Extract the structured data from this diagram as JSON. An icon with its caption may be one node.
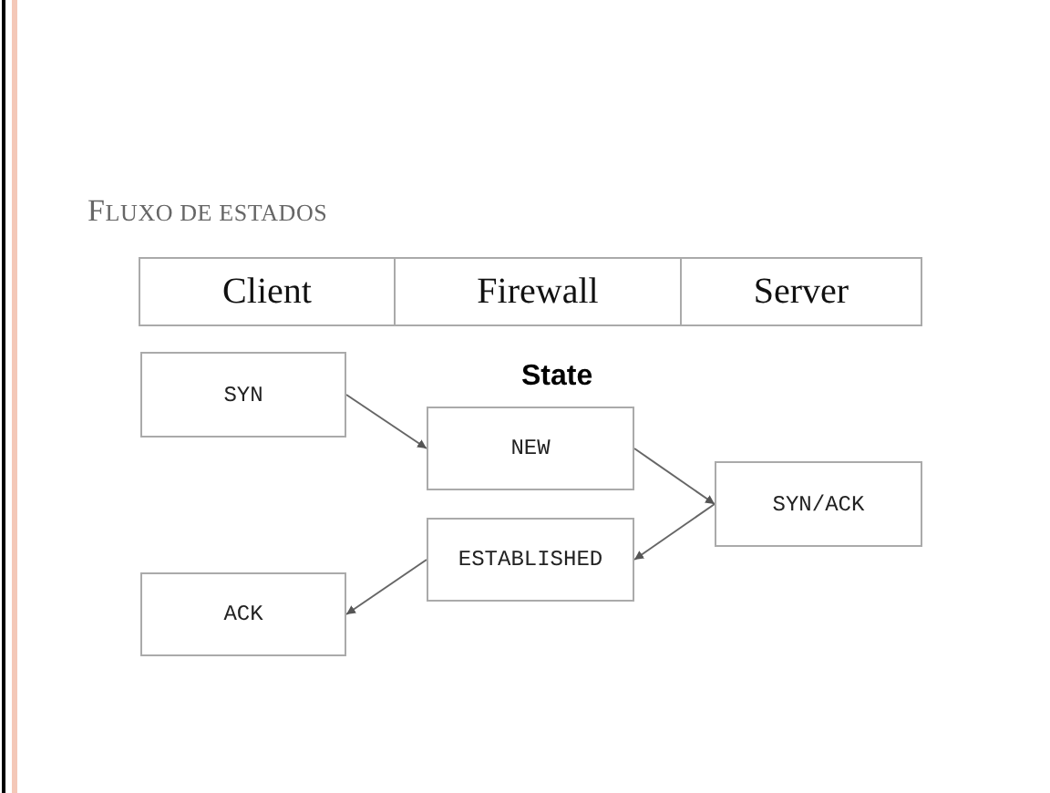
{
  "diagram": {
    "title": "FLUXO DE ESTADOS",
    "nodes": [
      {
        "text": [
          "SYN"
        ]
      },
      {
        "text": [
          "NEW"
        ]
      },
      {
        "text": [
          "ESTABLISHED"
        ]
      },
      {
        "text": [
          "ACK"
        ]
      },
      {
        "text": [
          "SYN/ACK"
        ]
      }
    ],
    "edges": [
      {
        "from": 0,
        "to": 1,
        "arrow": "to"
      },
      {
        "from": 1,
        "to": 4,
        "arrow": "to"
      },
      {
        "from": 4,
        "to": 2,
        "arrow": "to"
      },
      {
        "from": 2,
        "to": 3,
        "arrow": "to"
      }
    ],
    "labels": [
      "Client",
      "Firewall",
      "Server",
      "State"
    ]
  }
}
